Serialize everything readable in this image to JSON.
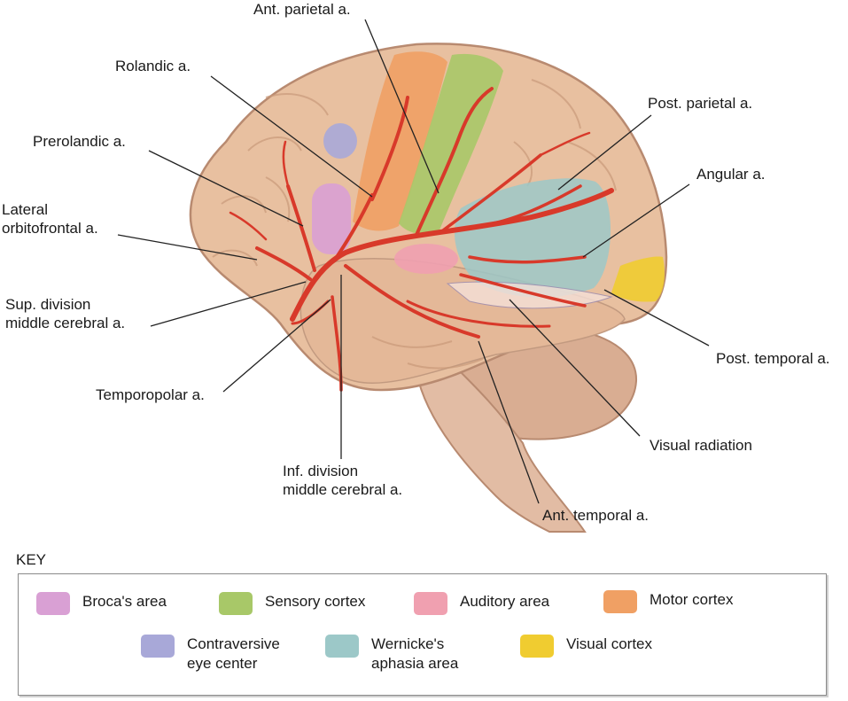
{
  "labels": {
    "ant_parietal": "Ant. parietal a.",
    "rolandic": "Rolandic a.",
    "prerolandic": "Prerolandic a.",
    "lateral_orbitofrontal": "Lateral\norbitofrontal a.",
    "sup_division": "Sup. division\nmiddle cerebral a.",
    "temporopolar": "Temporopolar a.",
    "inf_division": "Inf. division\nmiddle cerebral a.",
    "ant_temporal": "Ant. temporal a.",
    "visual_radiation": "Visual radiation",
    "post_temporal": "Post. temporal a.",
    "angular": "Angular a.",
    "post_parietal": "Post. parietal a."
  },
  "key": {
    "title": "KEY",
    "items": [
      {
        "label": "Broca's area",
        "color": "#d9a0d4"
      },
      {
        "label": "Sensory cortex",
        "color": "#a8c868"
      },
      {
        "label": "Auditory area",
        "color": "#f0a0b0"
      },
      {
        "label": "Motor cortex",
        "color": "#f0a064"
      },
      {
        "label": "Contraversive\neye center",
        "color": "#a8a8d8"
      },
      {
        "label": "Wernicke's\naphasia area",
        "color": "#9cc8c8"
      },
      {
        "label": "Visual cortex",
        "color": "#f0cc30"
      }
    ]
  },
  "colors": {
    "brain": "#e8c0a0",
    "brain_shadow": "#c99a7a",
    "artery": "#d8392a"
  }
}
